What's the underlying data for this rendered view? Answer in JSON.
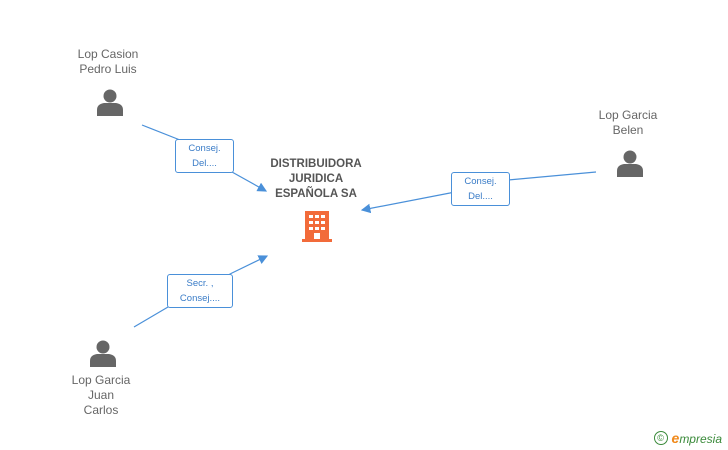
{
  "company": {
    "name_lines": [
      "DISTRIBUIDORA",
      "JURIDICA",
      "ESPAÑOLA SA"
    ],
    "icon": "building-icon",
    "icon_color": "#f26b3a"
  },
  "persons": [
    {
      "id": "p1",
      "name_lines": [
        "Lop Casion",
        "Pedro Luis"
      ],
      "icon": "person-icon"
    },
    {
      "id": "p2",
      "name_lines": [
        "Lop Garcia",
        "Belen"
      ],
      "icon": "person-icon"
    },
    {
      "id": "p3",
      "name_lines": [
        "Lop Garcia",
        "Juan",
        "Carlos"
      ],
      "icon": "person-icon"
    }
  ],
  "roles": [
    {
      "id": "r1",
      "lines": [
        "Consej.",
        "Del...."
      ]
    },
    {
      "id": "r2",
      "lines": [
        "Consej.",
        "Del...."
      ]
    },
    {
      "id": "r3",
      "lines": [
        "Secr. ,",
        "Consej...."
      ]
    }
  ],
  "colors": {
    "edge": "#4a90d9",
    "person_icon": "#666666",
    "text": "#666666"
  },
  "watermark": {
    "copyright": "©",
    "brand_initial": "e",
    "brand_rest": "mpresia"
  }
}
